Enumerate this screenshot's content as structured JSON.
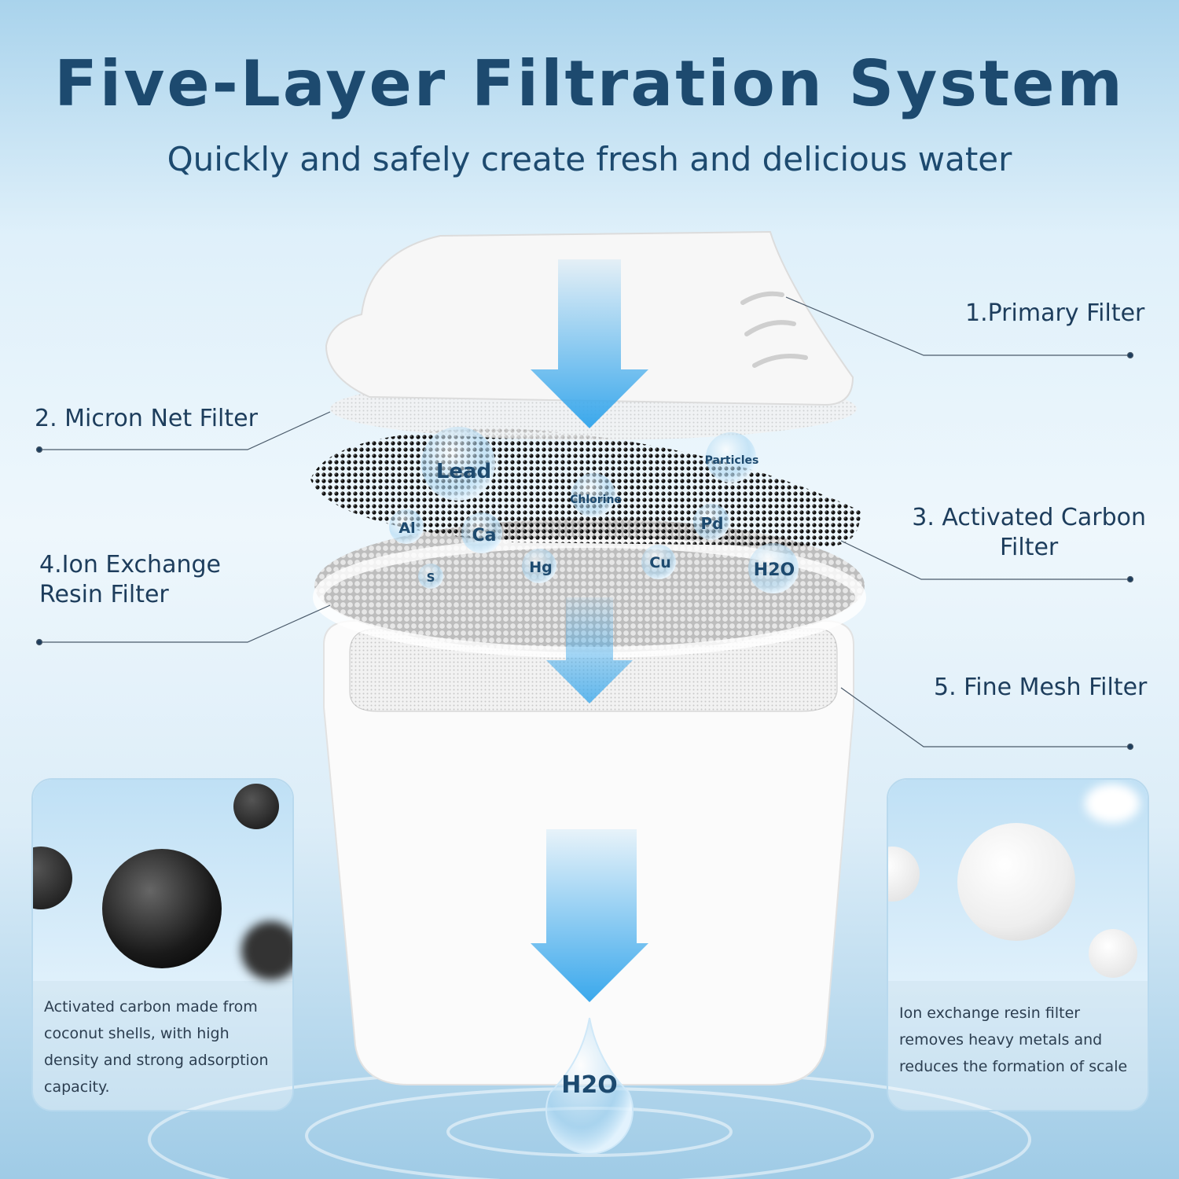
{
  "header": {
    "title": "Five-Layer Filtration System",
    "subtitle": "Quickly and safely create fresh and delicious water"
  },
  "layers": [
    {
      "label": "1.Primary Filter"
    },
    {
      "label": "2. Micron Net Filter"
    },
    {
      "label_line1": "3. Activated Carbon",
      "label_line2": "Filter"
    },
    {
      "label_line1": "4.Ion Exchange",
      "label_line2": "Resin Filter"
    },
    {
      "label": "5. Fine Mesh Filter"
    }
  ],
  "bubbles": [
    "Lead",
    "Particles",
    "Chlorine",
    "Al",
    "Ca",
    "Pd",
    "S",
    "Hg",
    "Cu",
    "H2O"
  ],
  "drop_label": "H2O",
  "panels": {
    "left": {
      "text": "Activated carbon made from coconut shells, with high density and strong adsorption capacity."
    },
    "right": {
      "text": "Ion exchange resin filter removes heavy metals and reduces the formation of scale"
    }
  },
  "colors": {
    "title": "#1d4a6f",
    "arrow": "#3aa8ec",
    "carbon": "#1a1a1a",
    "resin": "#c9c9c9"
  }
}
